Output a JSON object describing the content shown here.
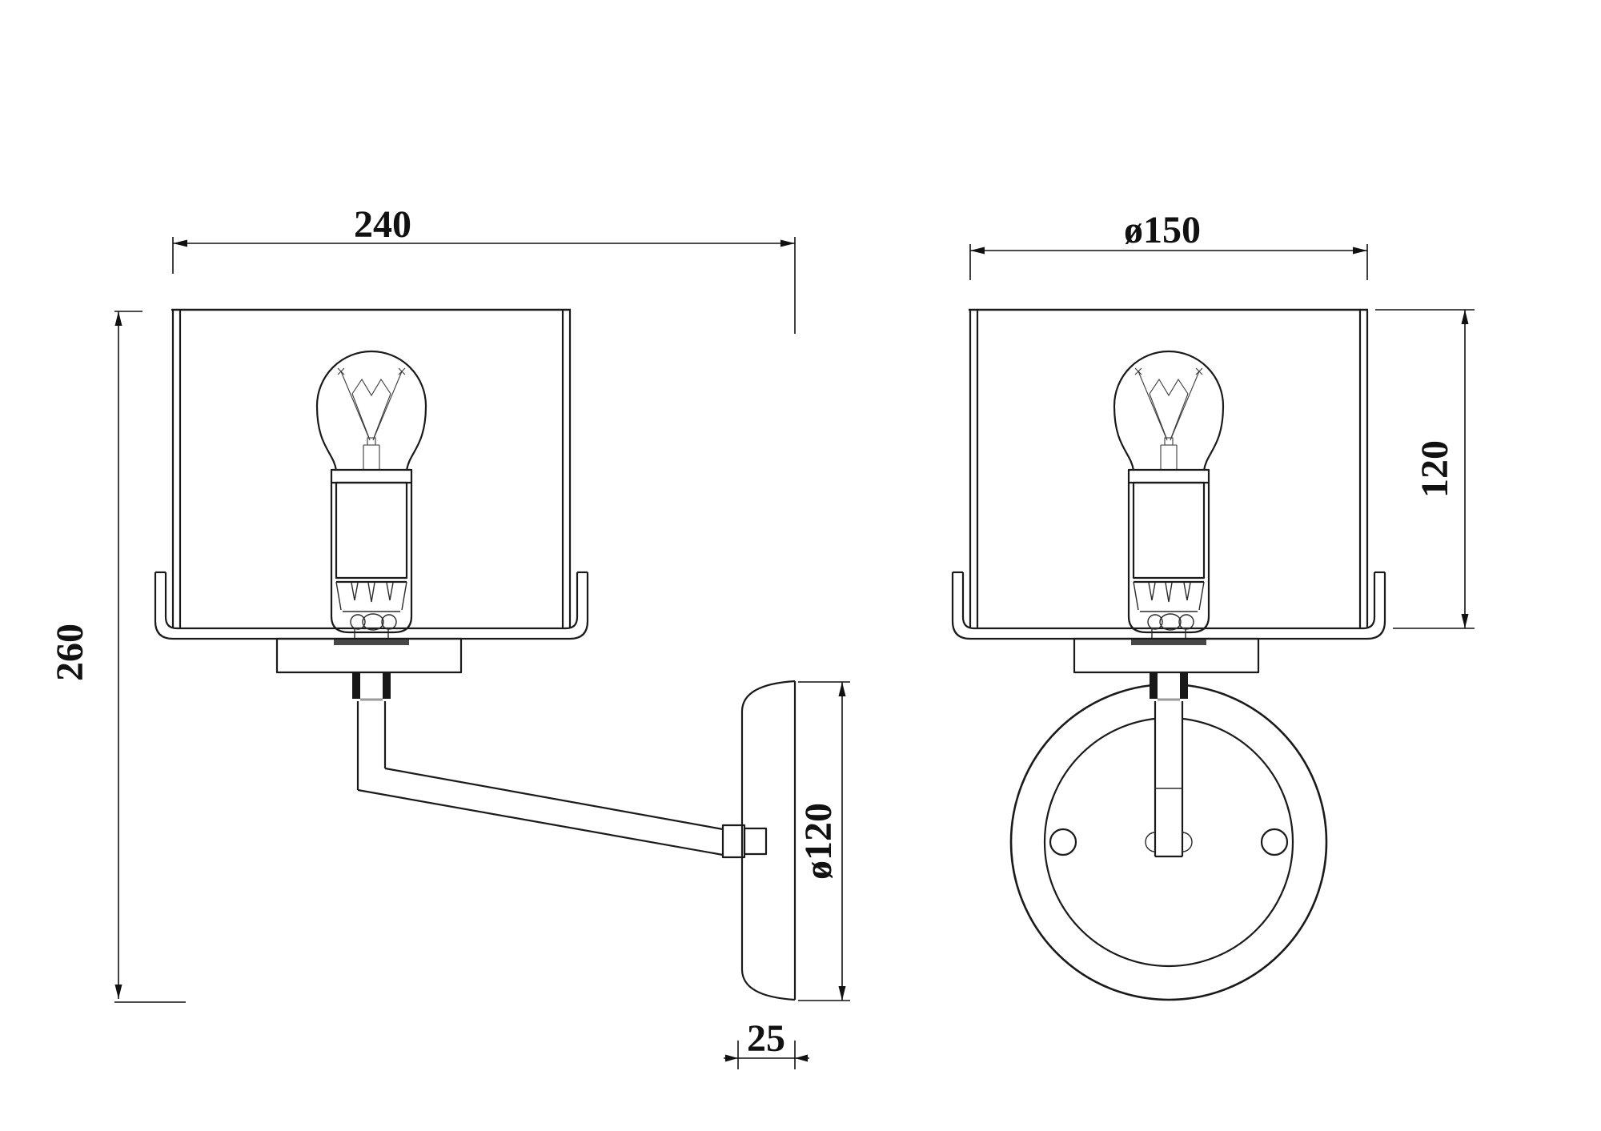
{
  "dimensions": {
    "side_view": {
      "width": "240",
      "height": "260",
      "backplate_diameter": "ø120",
      "backplate_depth": "25"
    },
    "front_view": {
      "shade_diameter": "ø150",
      "shade_height": "120"
    }
  }
}
